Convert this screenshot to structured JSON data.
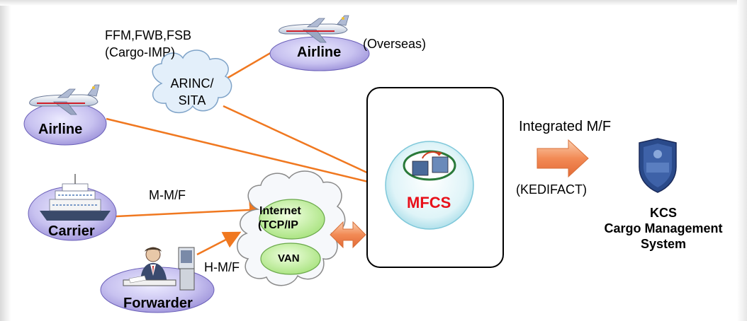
{
  "nodes": {
    "airline_overseas": {
      "label": "Airline",
      "note": "(Overseas)"
    },
    "airline_left": {
      "label": "Airline"
    },
    "carrier": {
      "label": "Carrier"
    },
    "forwarder": {
      "label": "Forwarder"
    },
    "arinc": {
      "line1": "ARINC/",
      "line2": "SITA"
    },
    "internet": {
      "line1": "Internet",
      "line2": "(TCP/IP"
    },
    "van": {
      "label": "VAN"
    },
    "mfcs": {
      "label": "MFCS"
    },
    "kcs": {
      "line1": "KCS",
      "line2": "Cargo Management",
      "line3": "System"
    }
  },
  "edge_labels": {
    "ffm": "FFM,FWB,FSB",
    "cargo_imp": "(Cargo-IMP)",
    "mmf": "M-M/F",
    "hmf": "H-M/F",
    "integrated": "Integrated M/F",
    "kedifact": "(KEDIFACT)"
  },
  "colors": {
    "arrow": "#f07820",
    "ellipse_fill": "#c9c3ef",
    "mfcs_text": "#e8101a",
    "cloud_fill": "#e3effa",
    "green_ellipse": "#c6f0a0",
    "block_arrow": "#f5a070"
  },
  "icons": [
    "airplane-icon",
    "ship-icon",
    "person-at-computer-icon",
    "cloud-icon",
    "server-icon",
    "customs-badge-icon"
  ]
}
